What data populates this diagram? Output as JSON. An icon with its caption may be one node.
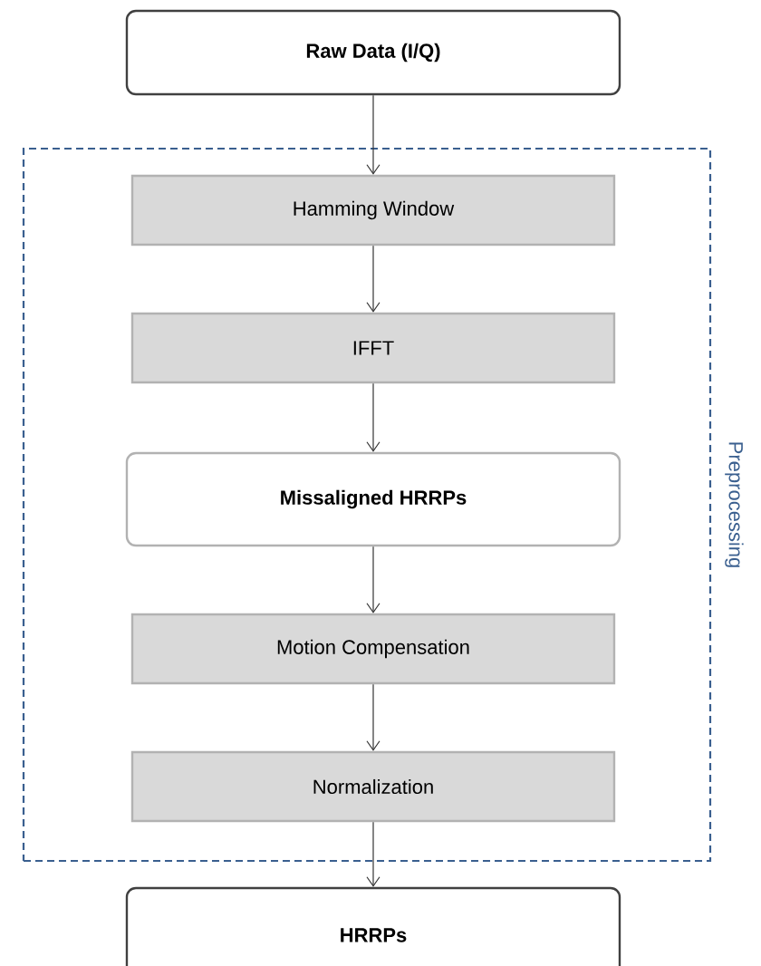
{
  "diagram": {
    "nodes": [
      {
        "text": [
          "Raw Data (I/Q)"
        ]
      },
      {
        "text": [
          "Preprocessing"
        ]
      },
      {
        "text": [
          "Hamming Window"
        ],
        "in": 1
      },
      {
        "text": [
          "IFFT"
        ],
        "in": 1
      },
      {
        "text": [
          "Missaligned HRRPs"
        ],
        "in": 1
      },
      {
        "text": [
          "Motion Compensation"
        ],
        "in": 1
      },
      {
        "text": [
          "Normalization"
        ],
        "in": 1
      },
      {
        "text": [
          "HRRPs"
        ]
      }
    ],
    "edges": [
      {
        "from": 0,
        "to": 2,
        "arrow": "to"
      },
      {
        "from": 2,
        "to": 3,
        "arrow": "to"
      },
      {
        "from": 3,
        "to": 4,
        "arrow": "to"
      },
      {
        "from": 4,
        "to": 5,
        "arrow": "to"
      },
      {
        "from": 5,
        "to": 6,
        "arrow": "to"
      },
      {
        "from": 6,
        "to": 7,
        "arrow": "to"
      }
    ]
  }
}
